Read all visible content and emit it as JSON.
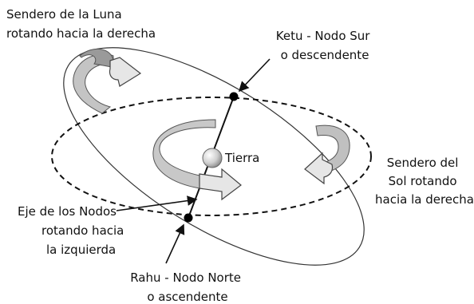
{
  "labels": {
    "moon_path": [
      "Sendero de la Luna",
      "rotando hacia la derecha"
    ],
    "ketu": [
      "Ketu - Nodo Sur",
      "o descendente"
    ],
    "earth": "Tierra",
    "sun_path": [
      "Sendero del",
      "Sol rotando",
      "hacia la derecha"
    ],
    "axis": [
      "Eje de los Nodos",
      "rotando hacia",
      "la izquierda"
    ],
    "rahu": [
      "Rahu - Nodo Norte",
      "o ascendente"
    ]
  }
}
